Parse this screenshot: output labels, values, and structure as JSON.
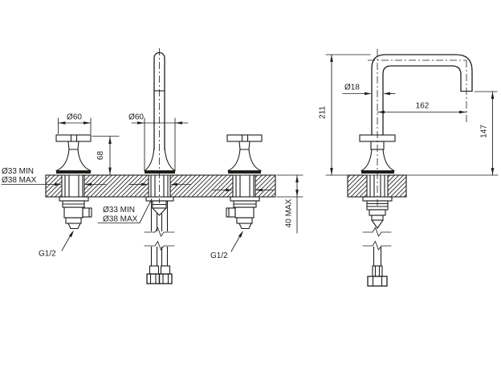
{
  "drawing": {
    "background_color": "#ffffff",
    "line_color": "#1d1d1b",
    "front_view": {
      "handle_diameter_label": "Ø60",
      "spout_base_diameter_label": "Ø60",
      "handle_height_label": "68",
      "left_hole_label_line1": "Ø33 MIN",
      "left_hole_label_line2": "Ø38 MAX",
      "center_hole_label_line1": "Ø33 MIN",
      "center_hole_label_line2": "Ø38 MAX",
      "counter_thickness_label": "40 MAX",
      "left_thread_label": "G1/2",
      "right_thread_label": "G1/2"
    },
    "side_view": {
      "total_height_label": "211",
      "pipe_diameter_label": "Ø18",
      "spout_reach_label": "162",
      "outlet_height_label": "147"
    }
  }
}
